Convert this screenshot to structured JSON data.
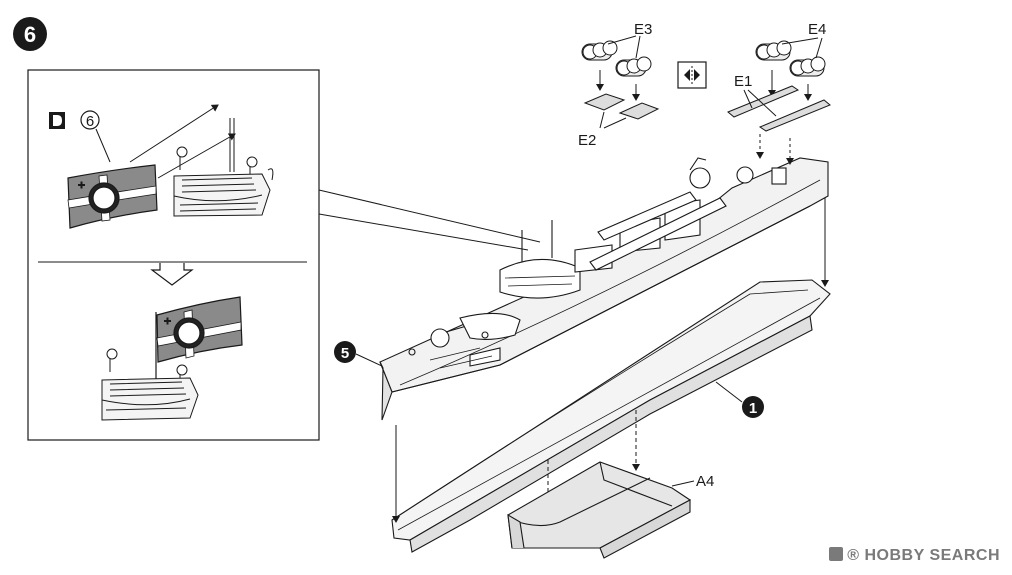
{
  "step": {
    "number": "6"
  },
  "inset": {
    "decal_ref": "6"
  },
  "callouts": {
    "part5": "5",
    "part1": "1"
  },
  "parts": {
    "e1": "E1",
    "e2": "E2",
    "e3": "E3",
    "e4": "E4",
    "a4": "A4"
  },
  "watermark": {
    "text": "HOBBY SEARCH",
    "trademark": "®"
  },
  "icons": [
    "d-decal-icon",
    "flip-over-icon",
    "iron-cross-icon"
  ]
}
